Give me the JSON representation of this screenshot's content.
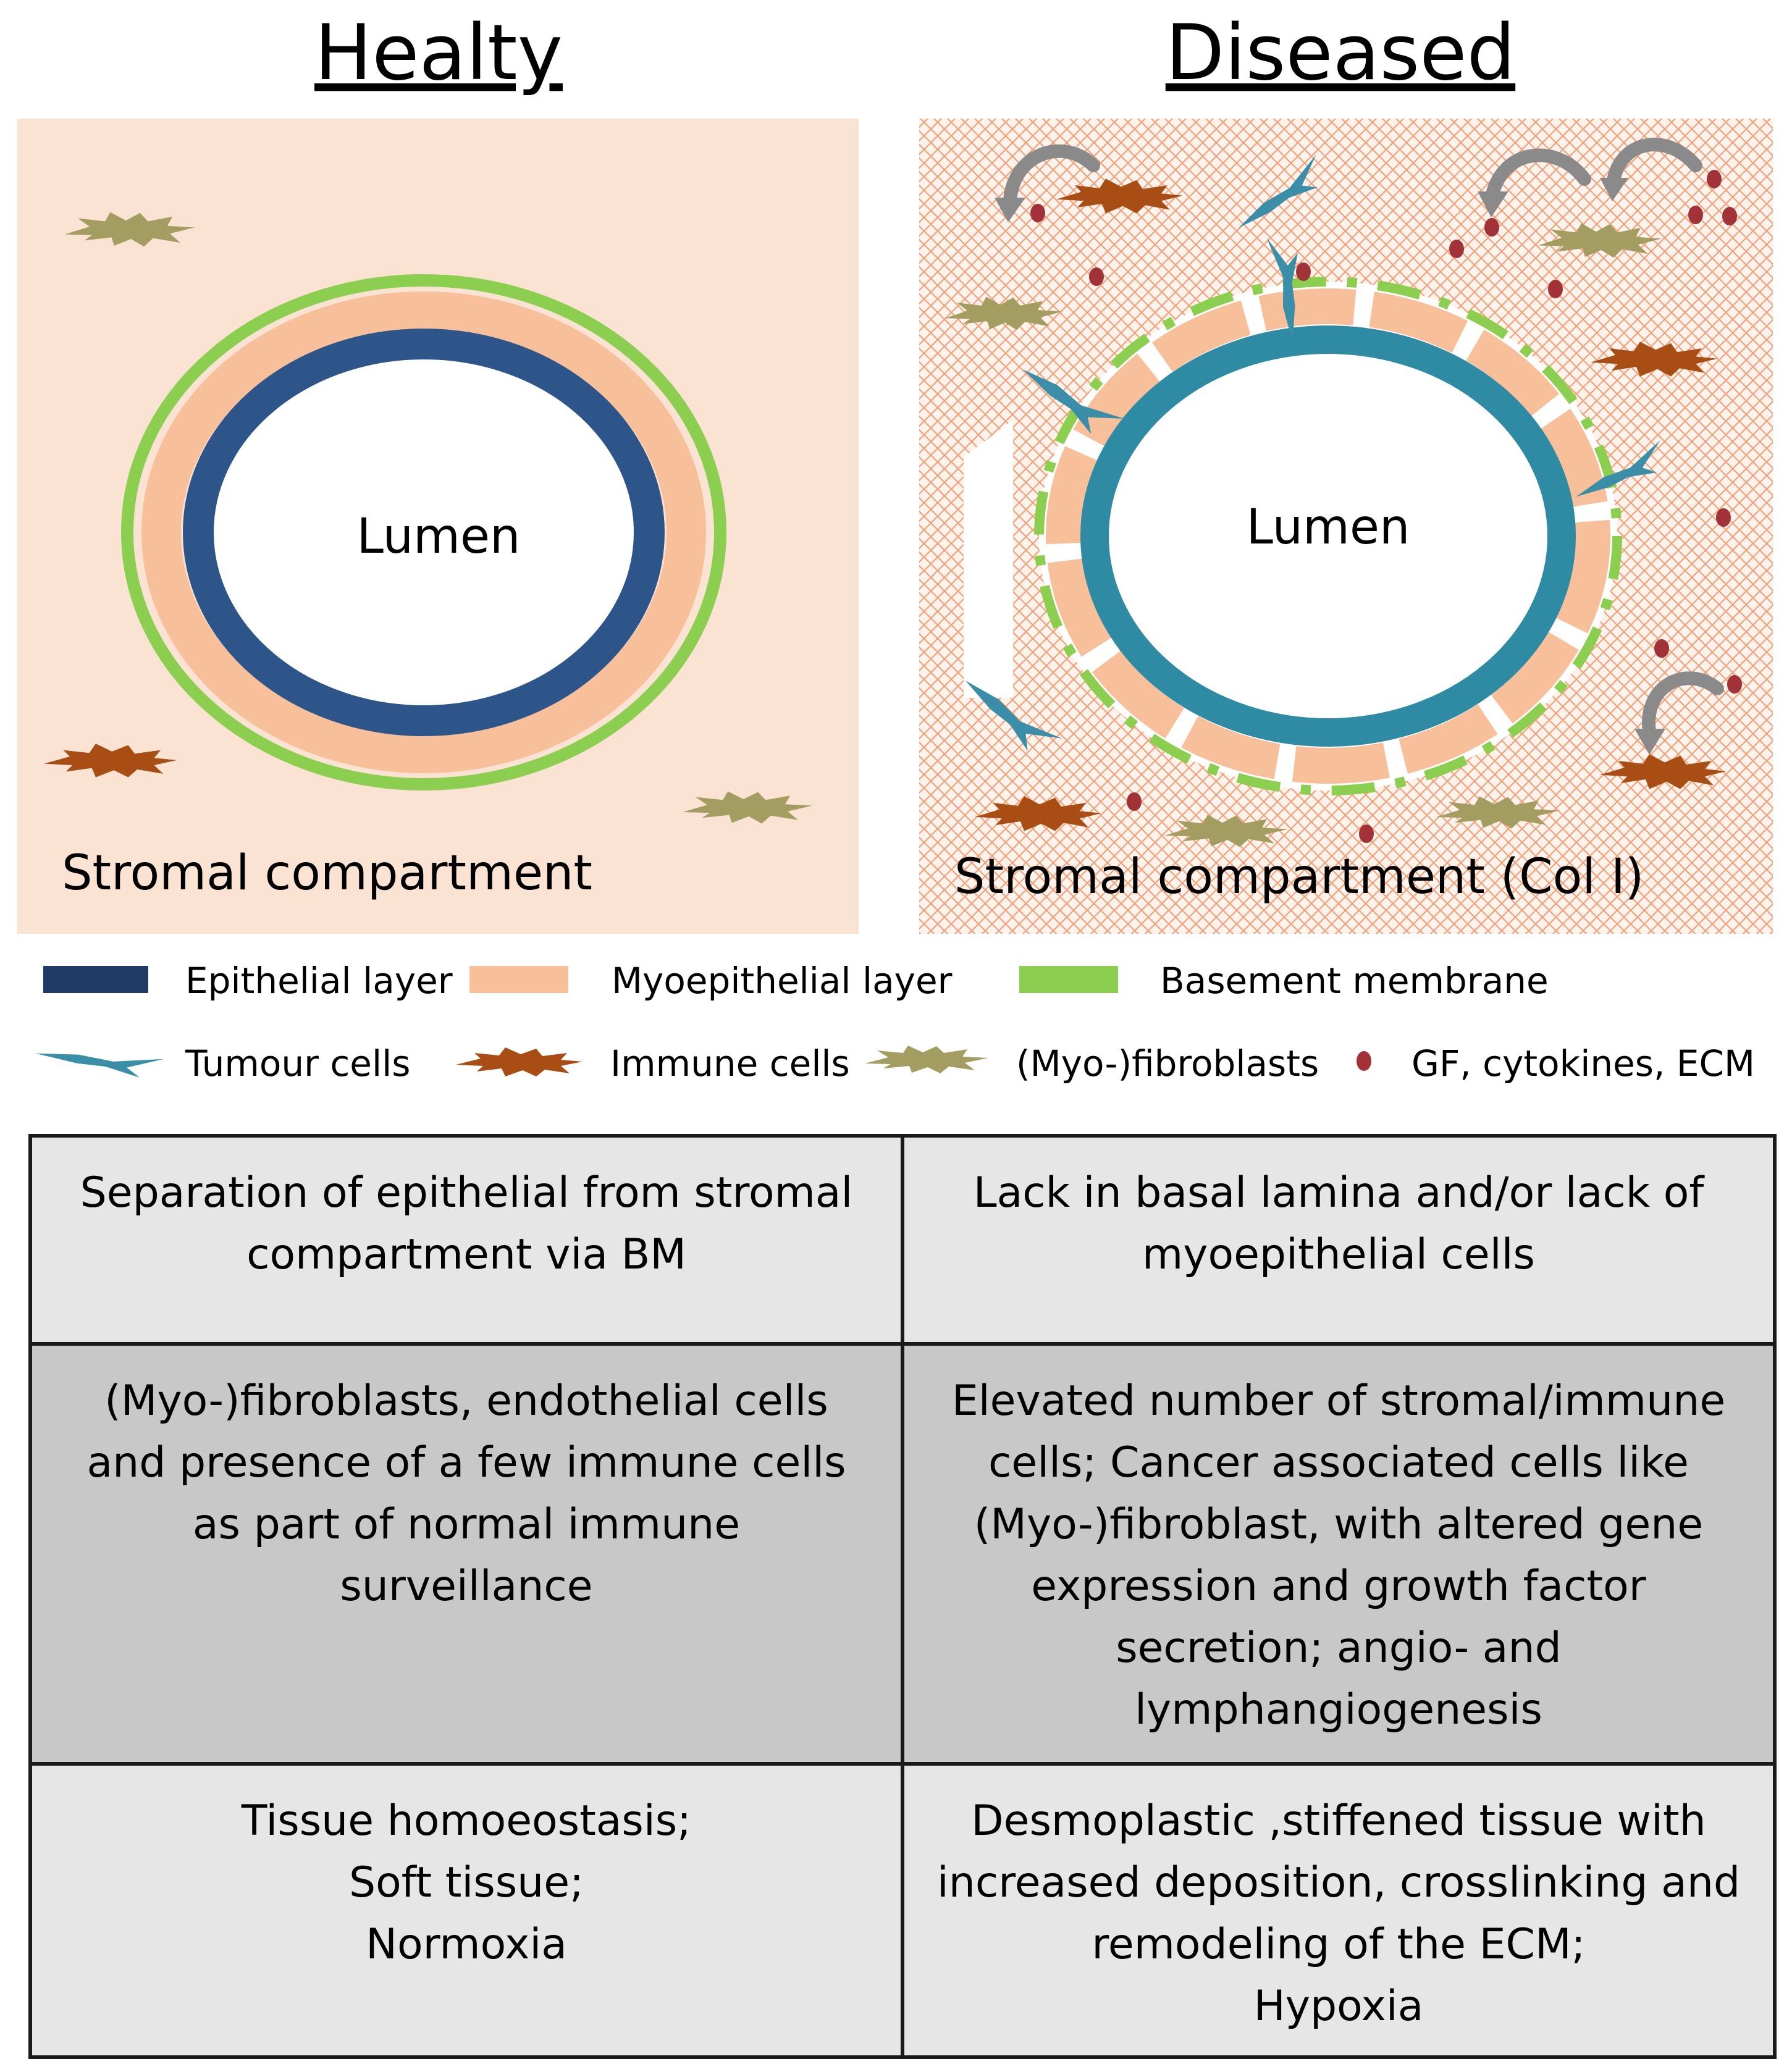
{
  "healthy": {
    "title": "Healty",
    "lumen_label": "Lumen",
    "stroma_label": "Stromal compartment"
  },
  "diseased": {
    "title": "Diseased",
    "lumen_label": "Lumen",
    "stroma_label": "Stromal compartment (Col I)"
  },
  "legend": {
    "epithelial": "Epithelial layer",
    "myoepithelial": "Myoepithelial layer",
    "basement": "Basement membrane",
    "tumour": "Tumour cells",
    "immune": "Immune cells",
    "fibroblasts": "(Myo-)fibroblasts",
    "factors": "GF, cytokines, ECM"
  },
  "colors": {
    "healthy_bg": "#fbe3d4",
    "epithelial": "#2e5589",
    "myoepithelial": "#f7bf9a",
    "basement": "#8ccf50",
    "diseased_ring": "#2f8aa3",
    "tumour": "#3a8ea7",
    "immune": "#a84d14",
    "fibroblast": "#a49d62",
    "factor": "#a13238",
    "hatch": "#f1a27a",
    "arrow": "#8a8a8a"
  },
  "table": {
    "rows": [
      {
        "healthy": "Separation of epithelial from stromal\ncompartment via BM",
        "diseased": "Lack in basal lamina and/or lack of\nmyoepithelial cells"
      },
      {
        "healthy": "(Myo-)fibroblasts, endothelial cells\nand presence of a few immune cells\nas part of normal immune\nsurveillance",
        "diseased": "Elevated number of stromal/immune\ncells; Cancer associated cells like\n(Myo-)fibroblast, with altered gene\nexpression and growth factor\nsecretion; angio- and\nlymphangiogenesis"
      },
      {
        "healthy": "Tissue homoeostasis;\nSoft tissue;\nNormoxia",
        "diseased": "Desmoplastic ,stiffened tissue with\nincreased deposition, crosslinking and\nremodeling of the ECM;\nHypoxia"
      }
    ]
  }
}
